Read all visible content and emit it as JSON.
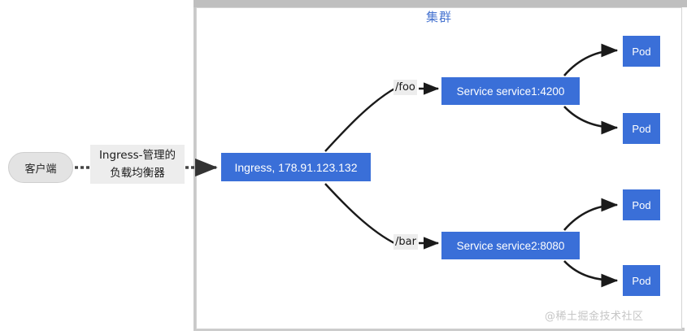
{
  "cluster": {
    "title": "集群"
  },
  "client": {
    "label": "客户端"
  },
  "load_balancer": {
    "line1": "Ingress-管理的",
    "line2": "负载均衡器"
  },
  "ingress": {
    "label": "Ingress, 178.91.123.132"
  },
  "routes": [
    {
      "path_label": "/foo",
      "service_label": "Service service1:4200"
    },
    {
      "path_label": "/bar",
      "service_label": "Service service2:8080"
    }
  ],
  "pods": [
    {
      "label": "Pod"
    },
    {
      "label": "Pod"
    },
    {
      "label": "Pod"
    },
    {
      "label": "Pod"
    }
  ],
  "watermark": {
    "text": "@稀土掘金技术社区"
  },
  "colors": {
    "node_blue": "#3a6fd8",
    "title_blue": "#4774d0",
    "label_gray": "#ededed",
    "client_gray": "#e3e3e3",
    "frame_gray": "#bfbfbf",
    "edge_black": "#1a1a1a",
    "watermark_gray": "#c6c6c6"
  }
}
